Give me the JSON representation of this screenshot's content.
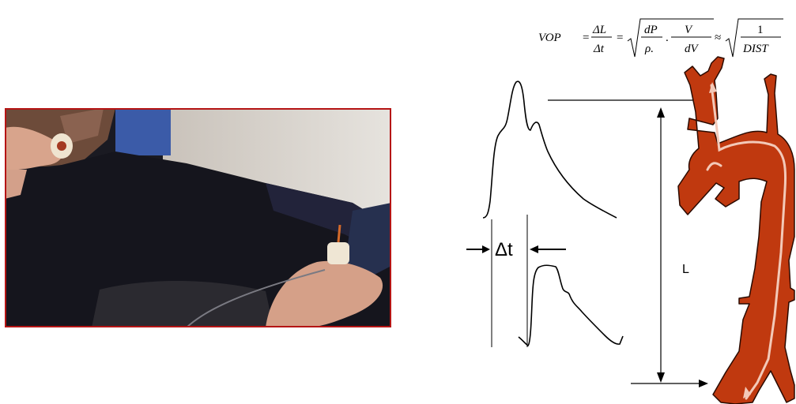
{
  "formula": {
    "lhs": "VOP",
    "eq1": "=",
    "frac1_num": "ΔL",
    "frac1_den": "Δt",
    "eq2": "=",
    "frac2_num": "dP",
    "frac2_den": "ρ.",
    "dot": ".",
    "frac3_num": "V",
    "frac3_den": "dV",
    "approx": "≈",
    "frac4_num": "1",
    "frac4_den": "DIST"
  },
  "labels": {
    "delta_t": "Δt",
    "length": "L"
  },
  "photo": {
    "description_icon": "photo-measurement-icon"
  },
  "colors": {
    "artery": "#c0390f",
    "artery_outline": "#2a0a00",
    "flow_line": "#f3c9b8",
    "photo_border": "#b51414"
  }
}
